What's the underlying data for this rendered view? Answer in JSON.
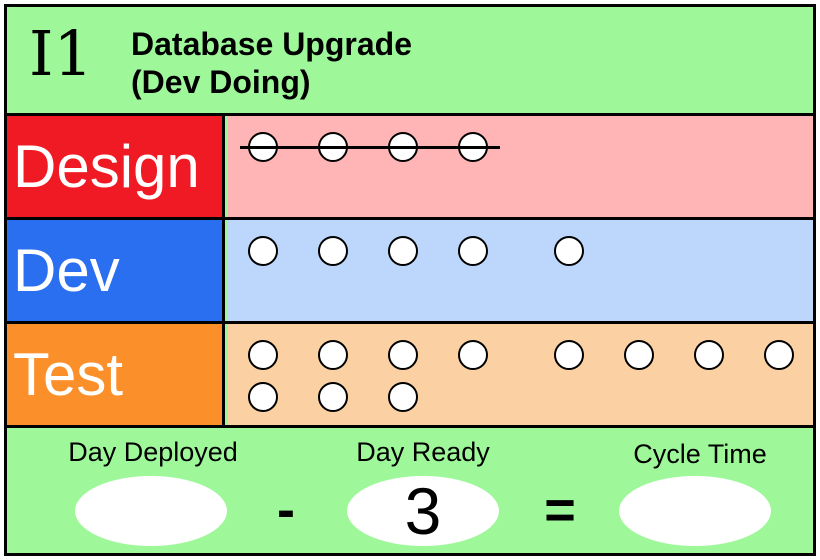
{
  "card": {
    "id": "I1",
    "title": "Database Upgrade",
    "status": "(Dev Doing)"
  },
  "lanes": {
    "design": {
      "label": "Design",
      "color": "#f01a24",
      "track_color": "#ffb5b5",
      "total_dots": 4,
      "completed_dots": 4
    },
    "dev": {
      "label": "Dev",
      "color": "#2a6fef",
      "track_color": "#bcd7fb",
      "total_dots": 5,
      "completed_dots": 0
    },
    "test": {
      "label": "Test",
      "color": "#fb8f2a",
      "track_color": "#fbd1a3",
      "total_dots": 11,
      "completed_dots": 0
    }
  },
  "footer": {
    "day_deployed_label": "Day Deployed",
    "day_deployed_value": "",
    "minus": "-",
    "day_ready_label": "Day Ready",
    "day_ready_value": "3",
    "equals": "=",
    "cycle_time_label": "Cycle Time",
    "cycle_time_value": ""
  },
  "colors": {
    "card_background": "#9ef89a",
    "border": "#000000"
  }
}
